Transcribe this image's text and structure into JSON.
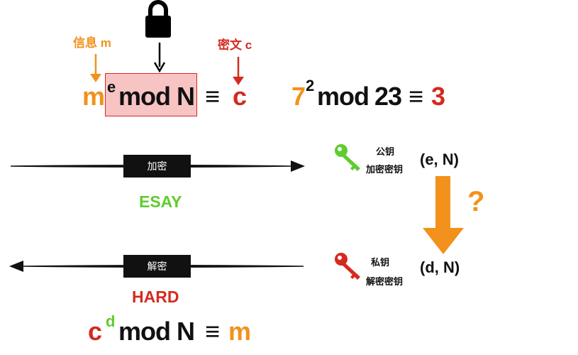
{
  "encrypt_formula": {
    "base": "m",
    "exponent": "e",
    "mod": "mod",
    "modulus": "N",
    "equiv": "≡",
    "result": "c"
  },
  "labels": {
    "message": "信息 m",
    "ciphertext": "密文 c"
  },
  "example_formula": {
    "base": "7",
    "exponent": "2",
    "mod": "mod",
    "modulus": "23",
    "equiv": "≡",
    "result": "3"
  },
  "encrypt_arrow": {
    "tag": "加密",
    "difficulty": "ESAY"
  },
  "decrypt_arrow": {
    "tag": "解密",
    "difficulty": "HARD"
  },
  "public_key": {
    "title": "公钥",
    "subtitle": "加密密钥",
    "pair": "(e, N)",
    "color": "#5fcc2f",
    "icon": "key-icon"
  },
  "private_key": {
    "title": "私钥",
    "subtitle": "解密密钥",
    "pair": "(d, N)",
    "color": "#d42a1f",
    "icon": "key-icon"
  },
  "derive": {
    "question": "?",
    "color": "#f2911b"
  },
  "decrypt_formula": {
    "base": "c",
    "exponent": "d",
    "mod": "mod",
    "modulus": "N",
    "equiv": "≡",
    "result": "m"
  },
  "colors": {
    "orange": "#f2911b",
    "red": "#d42a1f",
    "green": "#5fcc2f",
    "highlight_fill": "#f7c3c3",
    "highlight_border": "#d42a1f"
  }
}
